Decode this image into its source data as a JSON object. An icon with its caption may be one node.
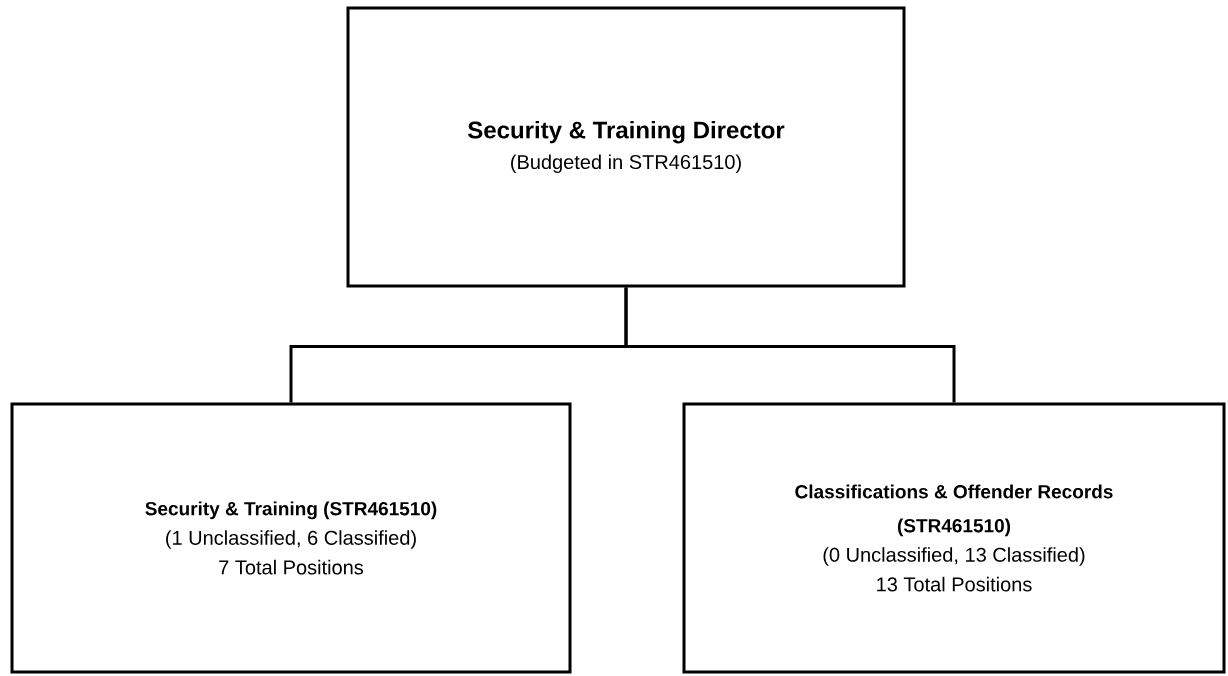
{
  "diagram": {
    "nodes": [
      {
        "text": [
          "Security & Training Director",
          "(Budgeted in STR461510)"
        ]
      },
      {
        "text": [
          "Security & Training (STR461510)",
          "(1 Unclassified, 6 Classified)",
          "7 Total Positions"
        ]
      },
      {
        "text": [
          "Classifications & Offender Records (STR461510)",
          "(0 Unclassified, 13 Classified)",
          "13 Total Positions"
        ]
      }
    ],
    "edges": [
      {
        "from": 0,
        "to": 1,
        "arrow": "none"
      },
      {
        "from": 0,
        "to": 2,
        "arrow": "none"
      }
    ]
  }
}
